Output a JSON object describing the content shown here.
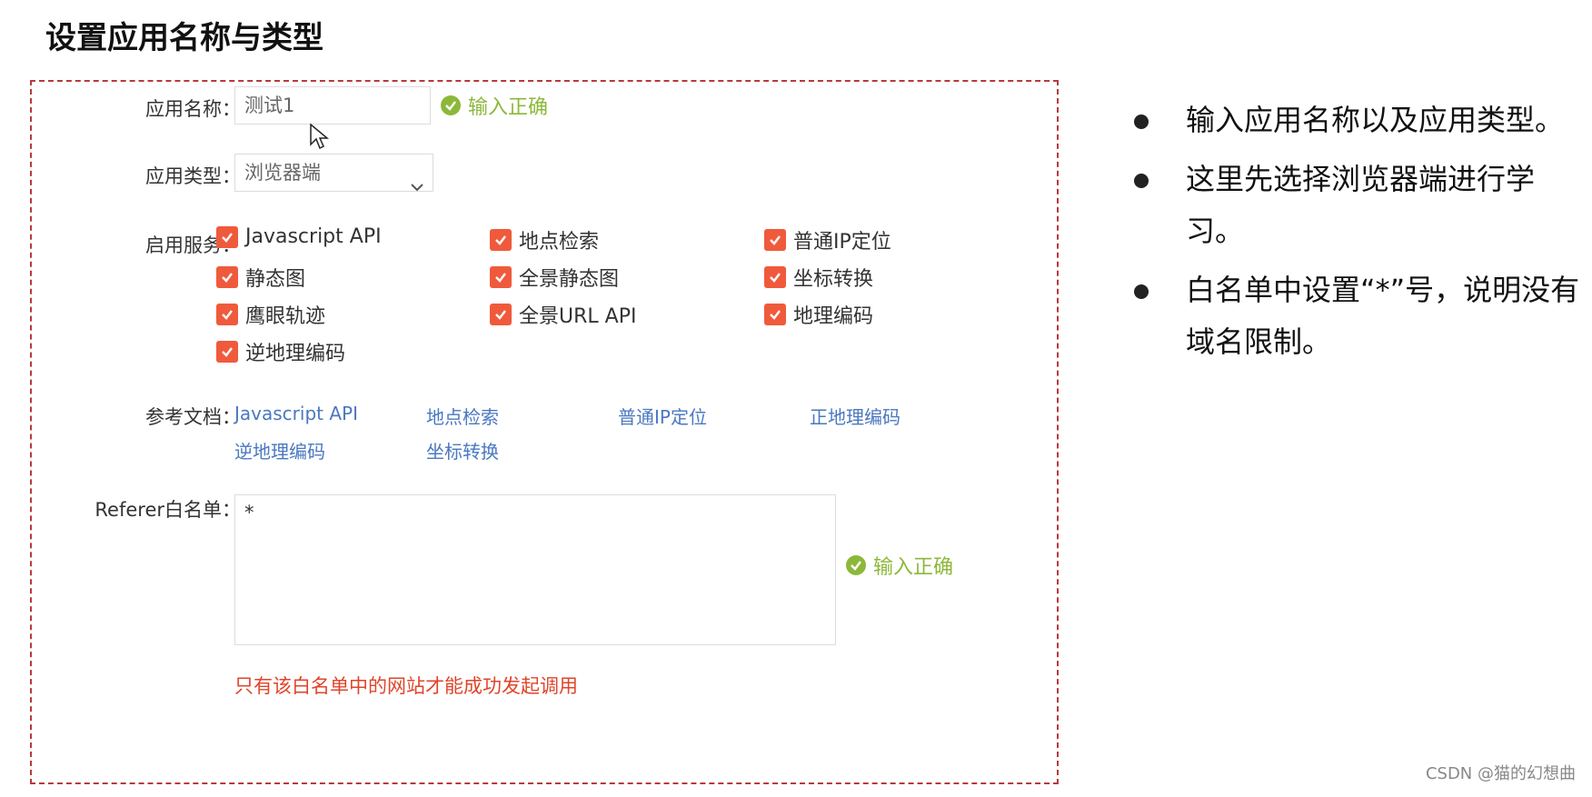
{
  "page_title": "设置应用名称与类型",
  "form": {
    "app_name_label": "应用名称：",
    "app_name_value": "测试1",
    "valid_text": "输入正确",
    "app_type_label": "应用类型：",
    "app_type_value": "浏览器端",
    "services_label": "启用服务：",
    "services": [
      {
        "label": "Javascript API",
        "checked": true
      },
      {
        "label": "地点检索",
        "checked": true
      },
      {
        "label": "普通IP定位",
        "checked": true
      },
      {
        "label": "静态图",
        "checked": true
      },
      {
        "label": "全景静态图",
        "checked": true
      },
      {
        "label": "坐标转换",
        "checked": true
      },
      {
        "label": "鹰眼轨迹",
        "checked": true
      },
      {
        "label": "全景URL API",
        "checked": true
      },
      {
        "label": "地理编码",
        "checked": true
      },
      {
        "label": "逆地理编码",
        "checked": true
      }
    ],
    "docs_label": "参考文档：",
    "docs": [
      "Javascript API",
      "地点检索",
      "普通IP定位",
      "正地理编码",
      "逆地理编码",
      "坐标转换"
    ],
    "referer_label": "Referer白名单：",
    "referer_value": "*",
    "referer_valid_text": "输入正确",
    "referer_hint": "只有该白名单中的网站才能成功发起调用"
  },
  "notes": [
    "输入应用名称以及应用类型。",
    "这里先选择浏览器端进行学习。",
    "白名单中设置“*”号，说明没有域名限制。"
  ],
  "watermark": "CSDN @猫的幻想曲",
  "colors": {
    "check": "#f05a3c",
    "valid": "#8cb83a",
    "link": "#4a78c0",
    "hint": "#e0442a",
    "frame": "#b83a3a"
  }
}
